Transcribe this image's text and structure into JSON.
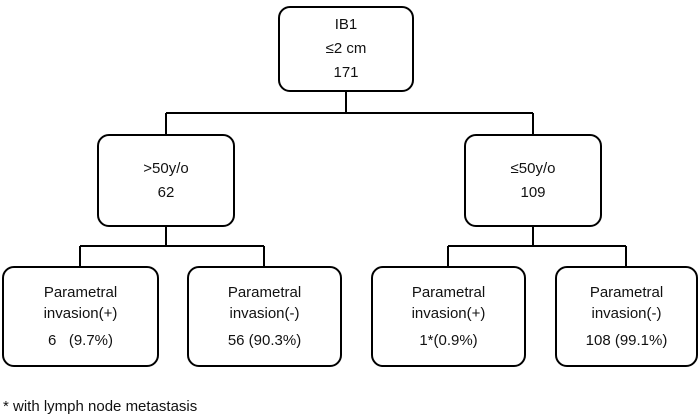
{
  "root": {
    "lines": [
      "IB1",
      "≤2 cm",
      "171"
    ]
  },
  "groups": [
    {
      "age": ">50y/o",
      "n": "62",
      "children": [
        {
          "label_line1": "Parametral",
          "label_line2": "invasion(+)",
          "value": "6   (9.7%)"
        },
        {
          "label_line1": "Parametral",
          "label_line2": "invasion(-)",
          "value": "56 (90.3%)"
        }
      ]
    },
    {
      "age": "≤50y/o",
      "n": "109",
      "children": [
        {
          "label_line1": "Parametral",
          "label_line2": "invasion(+)",
          "value": "1*(0.9%)"
        },
        {
          "label_line1": "Parametral",
          "label_line2": "invasion(-)",
          "value": "108 (99.1%)"
        }
      ]
    }
  ],
  "footnote": "* with lymph node metastasis"
}
